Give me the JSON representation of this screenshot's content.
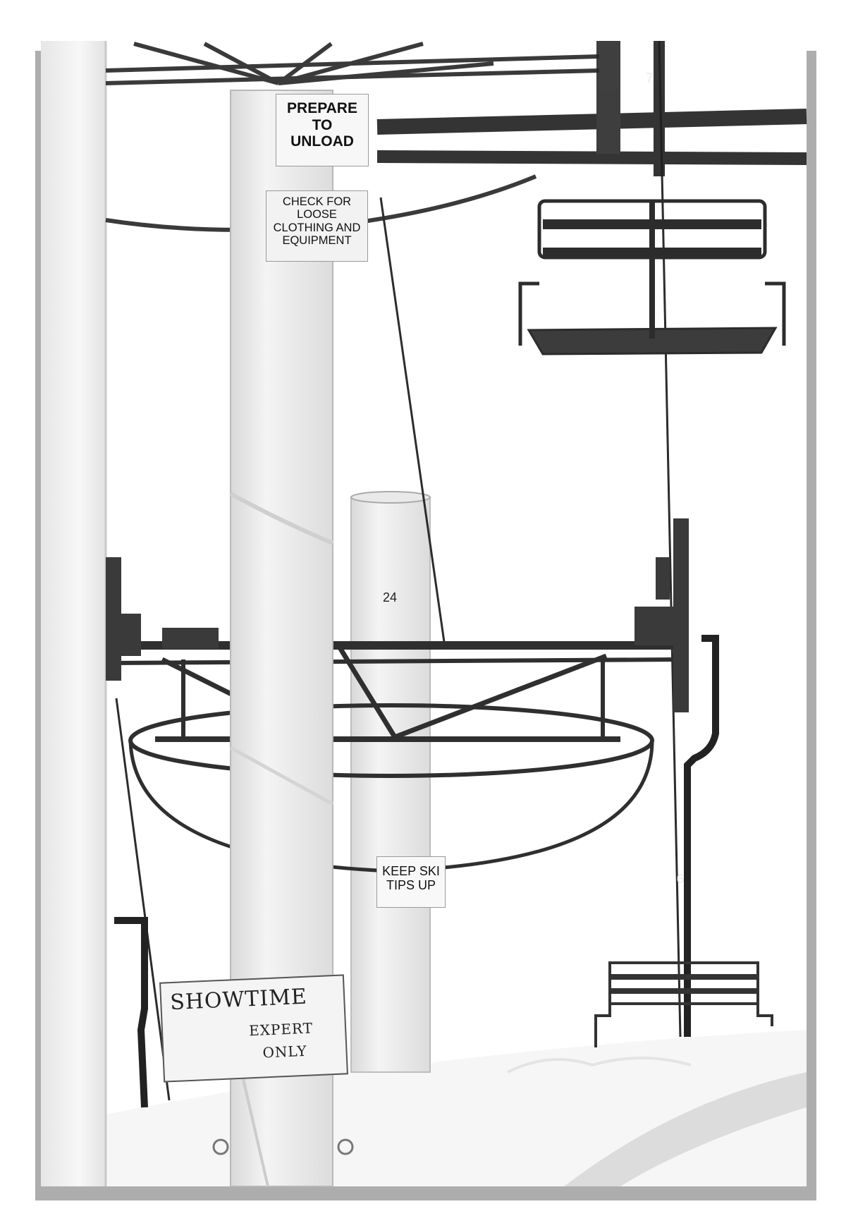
{
  "photo": {
    "subject": "ski chairlift tower",
    "style": "black-and-white",
    "colors": {
      "background": "#ffffff",
      "steel": "#2a2a2a",
      "tower": "#ededed",
      "frame_shadow": "#555555"
    }
  },
  "signs": {
    "prepare": [
      "PREPARE",
      "TO",
      "UNLOAD"
    ],
    "check": [
      "CHECK FOR",
      "LOOSE",
      "CLOTHING AND",
      "EQUIPMENT"
    ],
    "keep_ski": [
      "KEEP SKI",
      "TIPS UP"
    ],
    "showtime": {
      "title": "SHOWTIME",
      "line1": "EXPERT",
      "line2": "ONLY",
      "difficulty_icon": "double-black-diamond-icon"
    }
  },
  "markings": {
    "tower_number": "24",
    "chair_number_top": "7",
    "chair_number_right": "6"
  }
}
